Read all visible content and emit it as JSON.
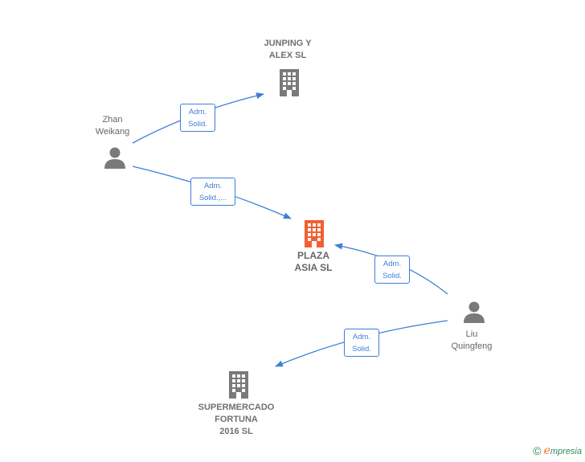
{
  "nodes": {
    "junping": {
      "label": "JUNPING Y\nALEX SL",
      "color": "#7a7a7a"
    },
    "plaza": {
      "label": "PLAZA\nASIA  SL",
      "color": "#f06030"
    },
    "supermercado": {
      "label": "SUPERMERCADO\nFORTUNA\n2016  SL",
      "color": "#7a7a7a"
    },
    "zhan": {
      "label": "Zhan\nWeikang",
      "color": "#7a7a7a"
    },
    "liu": {
      "label": "Liu\nQuingfeng",
      "color": "#7a7a7a"
    }
  },
  "edges": [
    {
      "from": "zhan",
      "to": "junping",
      "label": "Adm.\nSolid."
    },
    {
      "from": "zhan",
      "to": "plaza",
      "label": "Adm.\nSolid.,..."
    },
    {
      "from": "liu",
      "to": "plaza",
      "label": "Adm.\nSolid."
    },
    {
      "from": "liu",
      "to": "supermercado",
      "label": "Adm.\nSolid."
    }
  ],
  "edge_color": "#3c7fd6",
  "brand": {
    "copyright": "©",
    "e": "e",
    "rest": "mpresia"
  }
}
